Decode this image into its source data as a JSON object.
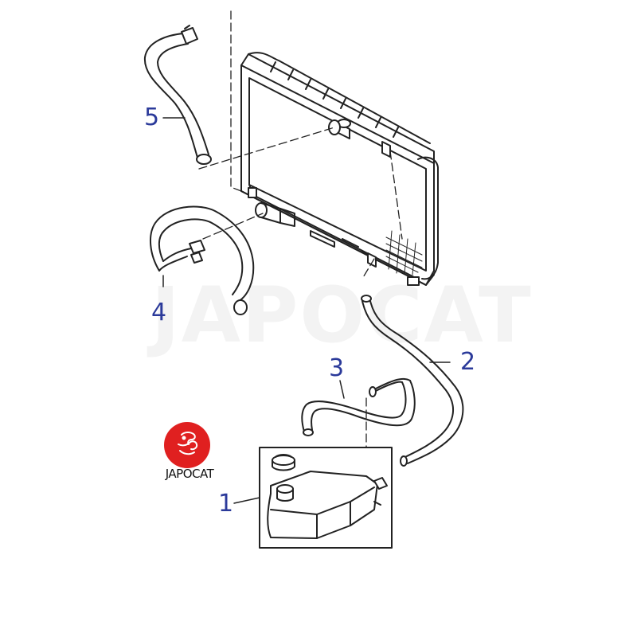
{
  "watermark_text": "JAPOCAT",
  "logo": {
    "brand": "JAPOCAT",
    "color": "#e02020"
  },
  "callouts": {
    "part_1": "1",
    "part_2": "2",
    "part_3": "3",
    "part_4": "4",
    "part_5": "5"
  },
  "colors": {
    "callout": "#2b3a9a",
    "line": "#222222"
  },
  "parts": [
    {
      "id": "part_1",
      "icon": "coolant-reservoir-icon"
    },
    {
      "id": "part_2",
      "icon": "overflow-hose-icon"
    },
    {
      "id": "part_3",
      "icon": "reservoir-hose-icon"
    },
    {
      "id": "part_4",
      "icon": "lower-radiator-hose-icon"
    },
    {
      "id": "part_5",
      "icon": "upper-radiator-hose-icon"
    }
  ]
}
